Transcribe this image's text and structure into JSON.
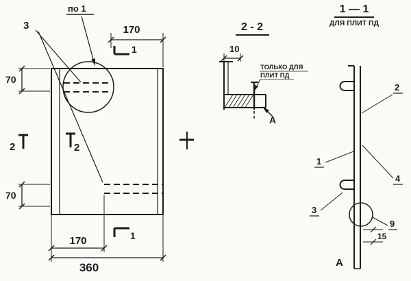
{
  "meta": {
    "drawing_type": "reinforced plate shop drawing",
    "colors": {
      "ink": "#1c1c1c",
      "paper": "#fbfaf6"
    }
  },
  "plan": {
    "callout_3": "3",
    "view_label": "по 1",
    "dim_top_170": "170",
    "dim_left_70_upper": "70",
    "dim_left_70_lower": "70",
    "dim_bottom_170": "170",
    "dim_bottom_360": "360",
    "sect1_top": "1",
    "sect1_bottom": "1",
    "sect2_left": "2",
    "sect2_mid": "2"
  },
  "section22": {
    "title": "2 - 2",
    "dim_10": "10",
    "note_line1": "ТОЛЬКО ДЛЯ",
    "note_line2": "ПЛИТ ПД",
    "view_a": "А"
  },
  "section11": {
    "title": "1 — 1",
    "subtitle": "ДЛЯ ПЛИТ ПД",
    "callout_1": "1",
    "callout_2": "2",
    "callout_3": "3",
    "callout_4": "4",
    "callout_9": "9",
    "dim_15": "15",
    "view_a": "А"
  }
}
